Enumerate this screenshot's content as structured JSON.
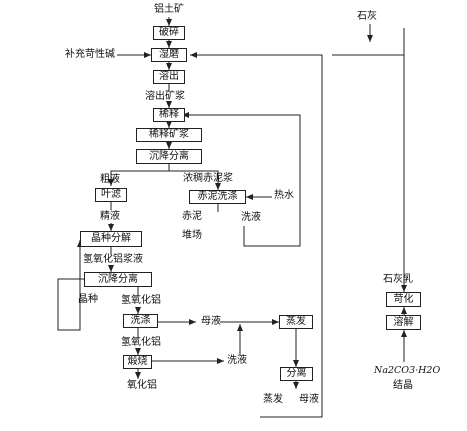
{
  "boxes": {
    "crush": "破碎",
    "wet_grind": "湿磨",
    "dissolve": "溶出",
    "dilute": "稀释",
    "dilute_slurry": "稀释矿浆",
    "settle_sep_1": "沉降分离",
    "leaf_filter": "叶滤",
    "red_mud_wash": "赤泥洗涤",
    "crystal_decomp": "晶种分解",
    "settle_sep_2": "沉降分离",
    "wash": "洗涤",
    "calcine": "煅烧",
    "evaporate": "蒸发",
    "separate": "分离",
    "causticize": "苛化",
    "redissolve": "溶解"
  },
  "labels": {
    "bauxite": "铝土矿",
    "lime": "石灰",
    "makeup_caustic": "补充苛性碱",
    "dissolved_slurry": "溶出矿浆",
    "crude_liquor": "粗液",
    "thick_red_mud_slurry": "浓稠赤泥浆",
    "hot_water": "热水",
    "fine_liquor": "精液",
    "red_mud": "赤泥",
    "stockpile": "堆场",
    "wash_liquor_1": "洗液",
    "aluminum_hydroxide_slurry": "氢氧化铝浆液",
    "seed": "晶种",
    "aluminum_hydroxide_1": "氢氧化铝",
    "mother_liquor": "母液",
    "aluminum_hydroxide_2": "氢氧化铝",
    "wash_liquor_2": "洗液",
    "alumina": "氧化铝",
    "evaporate_out": "蒸发",
    "mother_liquor_2": "母液",
    "lime_milk": "石灰乳",
    "soda_crystal_formula": "Na2CO3·H2O",
    "crystal": "结晶"
  }
}
